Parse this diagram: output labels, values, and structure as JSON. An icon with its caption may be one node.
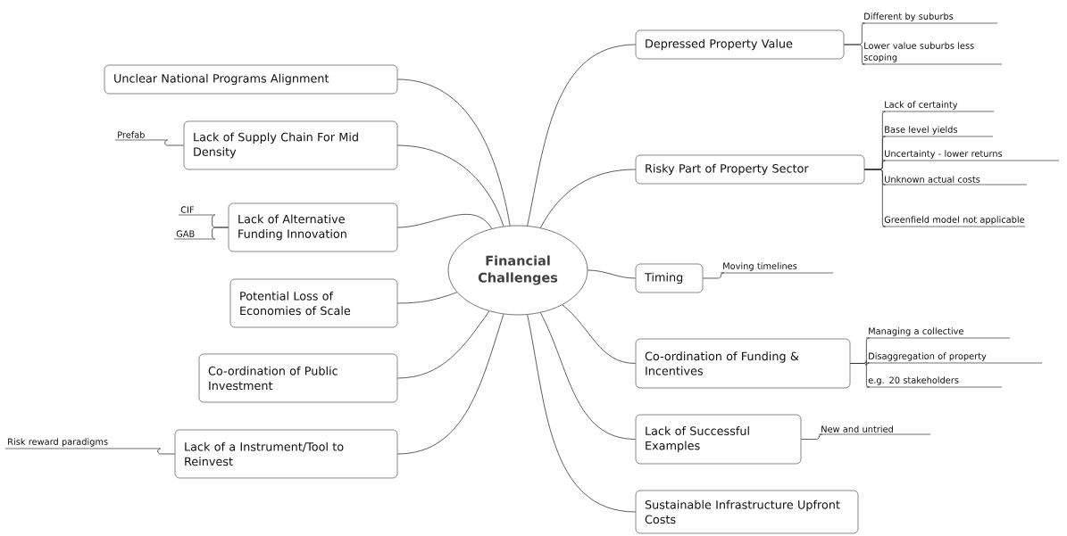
{
  "diagram": {
    "nodes": [
      {
        "text": [
          "Financial Challenges"
        ]
      },
      {
        "text": [
          "Unclear National Programs Alignment"
        ]
      },
      {
        "text": [
          "Lack of Supply Chain For Mid Density"
        ]
      },
      {
        "text": [
          "Prefab"
        ]
      },
      {
        "text": [
          "Lack of Alternative Funding Innovation"
        ]
      },
      {
        "text": [
          "CIF"
        ]
      },
      {
        "text": [
          "GAB"
        ]
      },
      {
        "text": [
          "Potential Loss of Economies of Scale"
        ]
      },
      {
        "text": [
          "Co-ordination of Public Investment"
        ]
      },
      {
        "text": [
          "Lack of a Instrument/Tool to Reinvest"
        ]
      },
      {
        "text": [
          "Risk reward paradigms"
        ]
      },
      {
        "text": [
          "Depressed Property Value"
        ]
      },
      {
        "text": [
          "Different by suburbs"
        ]
      },
      {
        "text": [
          "Lower value suburbs less scoping"
        ]
      },
      {
        "text": [
          "Risky Part of Property Sector"
        ]
      },
      {
        "text": [
          "Lack of certainty"
        ]
      },
      {
        "text": [
          "Base level yields"
        ]
      },
      {
        "text": [
          "Uncertainty - lower returns"
        ]
      },
      {
        "text": [
          "Unknown actual costs"
        ]
      },
      {
        "text": [
          "Greenfield model not applicable"
        ]
      },
      {
        "text": [
          "Timing"
        ]
      },
      {
        "text": [
          "Moving timelines"
        ]
      },
      {
        "text": [
          "Co-ordination of Funding & Incentives"
        ]
      },
      {
        "text": [
          "Managing a collective"
        ]
      },
      {
        "text": [
          "Disaggregation of property"
        ]
      },
      {
        "text": [
          "e.g. 20 stakeholders"
        ]
      },
      {
        "text": [
          "Lack of Successful Examples"
        ]
      },
      {
        "text": [
          "New and untried"
        ]
      },
      {
        "text": [
          "Sustainable Infrastructure Upfront Costs"
        ]
      }
    ],
    "edges": [
      {
        "from": 0,
        "to": 1,
        "arrow": "none"
      },
      {
        "from": 0,
        "to": 2,
        "arrow": "none"
      },
      {
        "from": 2,
        "to": 3,
        "arrow": "none"
      },
      {
        "from": 0,
        "to": 4,
        "arrow": "none"
      },
      {
        "from": 4,
        "to": 5,
        "arrow": "none"
      },
      {
        "from": 4,
        "to": 6,
        "arrow": "none"
      },
      {
        "from": 0,
        "to": 7,
        "arrow": "none"
      },
      {
        "from": 0,
        "to": 8,
        "arrow": "none"
      },
      {
        "from": 0,
        "to": 9,
        "arrow": "none"
      },
      {
        "from": 9,
        "to": 10,
        "arrow": "none"
      },
      {
        "from": 0,
        "to": 11,
        "arrow": "none"
      },
      {
        "from": 11,
        "to": 12,
        "arrow": "none"
      },
      {
        "from": 11,
        "to": 13,
        "arrow": "none"
      },
      {
        "from": 0,
        "to": 14,
        "arrow": "none"
      },
      {
        "from": 14,
        "to": 15,
        "arrow": "none"
      },
      {
        "from": 14,
        "to": 16,
        "arrow": "none"
      },
      {
        "from": 14,
        "to": 17,
        "arrow": "none"
      },
      {
        "from": 14,
        "to": 18,
        "arrow": "none"
      },
      {
        "from": 14,
        "to": 19,
        "arrow": "none"
      },
      {
        "from": 0,
        "to": 20,
        "arrow": "none"
      },
      {
        "from": 20,
        "to": 21,
        "arrow": "none"
      },
      {
        "from": 0,
        "to": 22,
        "arrow": "none"
      },
      {
        "from": 22,
        "to": 23,
        "arrow": "none"
      },
      {
        "from": 22,
        "to": 24,
        "arrow": "none"
      },
      {
        "from": 22,
        "to": 25,
        "arrow": "none"
      },
      {
        "from": 0,
        "to": 26,
        "arrow": "none"
      },
      {
        "from": 26,
        "to": 27,
        "arrow": "none"
      },
      {
        "from": 0,
        "to": 28,
        "arrow": "none"
      }
    ]
  }
}
